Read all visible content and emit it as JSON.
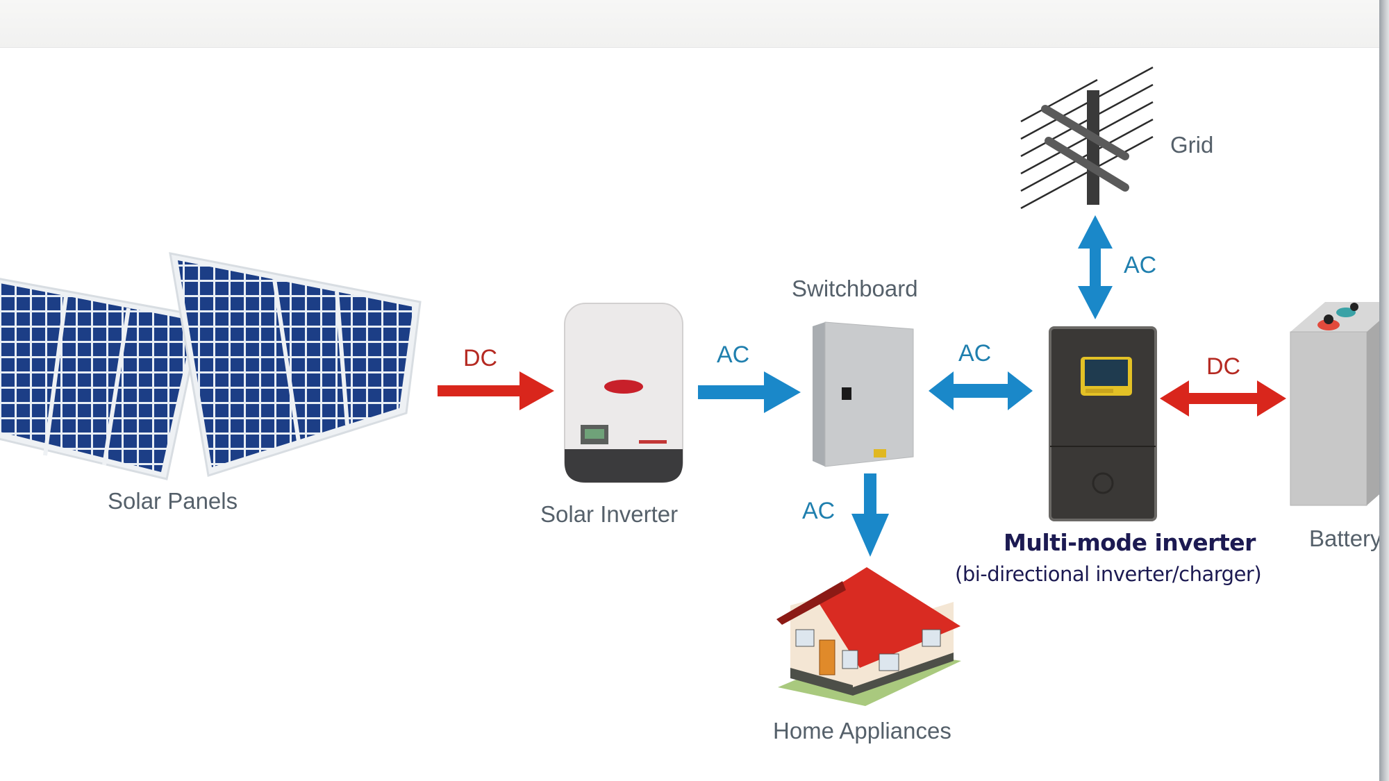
{
  "diagram": {
    "title": "Solar hybrid power system",
    "nodes": {
      "solar_panels": "Solar Panels",
      "solar_inverter": "Solar Inverter",
      "switchboard": "Switchboard",
      "grid": "Grid",
      "multimode_inverter": "Multi-mode inverter",
      "multimode_inverter_sub": "(bi-directional inverter/charger)",
      "battery": "Battery",
      "home_appliances": "Home Appliances"
    },
    "flows": [
      {
        "from": "Solar Panels",
        "to": "Solar Inverter",
        "label": "DC",
        "direction": "one-way"
      },
      {
        "from": "Solar Inverter",
        "to": "Switchboard",
        "label": "AC",
        "direction": "one-way"
      },
      {
        "from": "Switchboard",
        "to": "Multi-mode inverter",
        "label": "AC",
        "direction": "bi-directional"
      },
      {
        "from": "Multi-mode inverter",
        "to": "Battery",
        "label": "DC",
        "direction": "bi-directional"
      },
      {
        "from": "Grid",
        "to": "Multi-mode inverter",
        "label": "AC",
        "direction": "bi-directional"
      },
      {
        "from": "Switchboard",
        "to": "Home Appliances",
        "label": "AC",
        "direction": "one-way"
      }
    ],
    "colors": {
      "ac": "#1a88c9",
      "dc": "#d9261c",
      "label_ac": "#1f7fae",
      "label_dc": "#b52a22",
      "title": "#1c1a52",
      "label": "#55606a"
    }
  }
}
